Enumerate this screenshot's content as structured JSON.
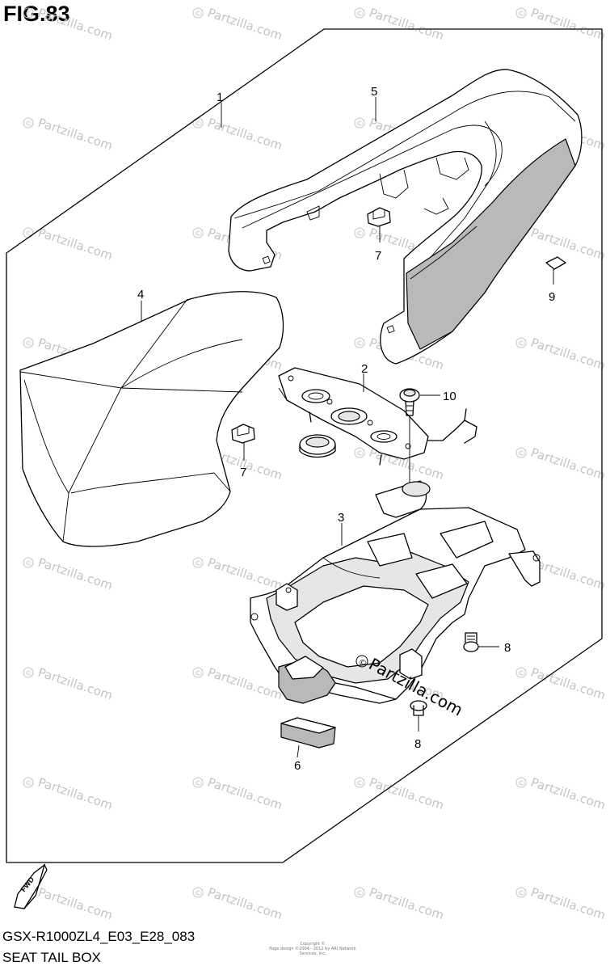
{
  "figure": {
    "title": "FIG.83",
    "model_code": "GSX-R1000ZL4_E03_E28_083",
    "caption": "SEAT TAIL BOX",
    "copyright_text": "Copyright ©\nPage design ©2004 - 2012 by ARI Network Services, Inc."
  },
  "watermark": {
    "text": "Partzilla.com",
    "symbol": "©"
  },
  "direction_arrow": {
    "icon": "fwd-arrow-icon",
    "label": "FWD"
  },
  "callouts": [
    {
      "id": "c1",
      "label": "1"
    },
    {
      "id": "c2",
      "label": "2"
    },
    {
      "id": "c3",
      "label": "3"
    },
    {
      "id": "c4",
      "label": "4"
    },
    {
      "id": "c5",
      "label": "5"
    },
    {
      "id": "c6",
      "label": "6"
    },
    {
      "id": "c7a",
      "label": "7"
    },
    {
      "id": "c7b",
      "label": "7"
    },
    {
      "id": "c8a",
      "label": "8"
    },
    {
      "id": "c8b",
      "label": "8"
    },
    {
      "id": "c9",
      "label": "9"
    },
    {
      "id": "c10",
      "label": "10"
    }
  ]
}
